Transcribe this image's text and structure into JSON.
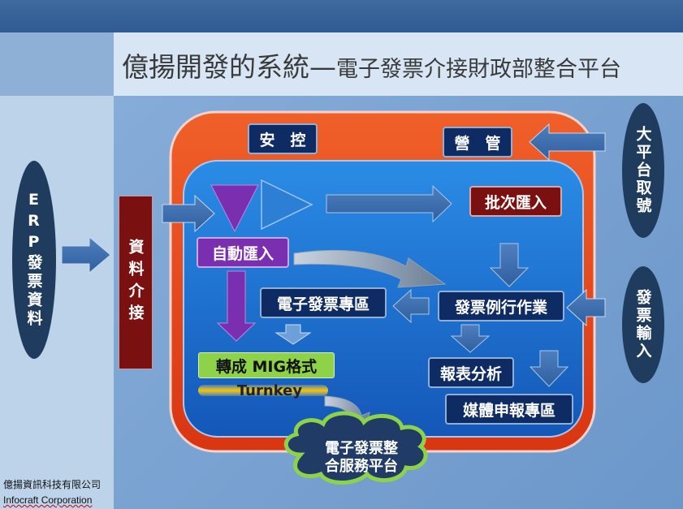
{
  "title": {
    "main": "億揚開發的系統—",
    "sub": "電子發票介接財政部整合平台"
  },
  "external": {
    "erp": "ERP發票資料",
    "platform_id": "大平台取號",
    "invoice_input": "發票輸入"
  },
  "interface_box": "資料介接",
  "boxes": {
    "security": "安　控",
    "operations": "營　管",
    "auto_import": "自動匯入",
    "batch_import": "批次匯入",
    "einvoice_zone": "電子發票專區",
    "routine_ops": "發票例行作業",
    "mig_convert": "轉成 MIG格式",
    "turnkey": "Turnkey",
    "report_analysis": "報表分析",
    "media_report_zone": "媒體申報專區"
  },
  "cloud": {
    "line1": "電子發票整",
    "line2": "合服務平台"
  },
  "footer": {
    "company_zh": "億揚資訊科技有限公司",
    "company_en": "Infocraft Corporation"
  },
  "colors": {
    "outer_red": "#e8411d",
    "inner_blue": "#1e6fd0",
    "navy": "#0f2b63",
    "purple": "#7a2fb0",
    "maroon": "#7a1010",
    "green": "#8ed24a",
    "cloud": "#1f3b66"
  }
}
